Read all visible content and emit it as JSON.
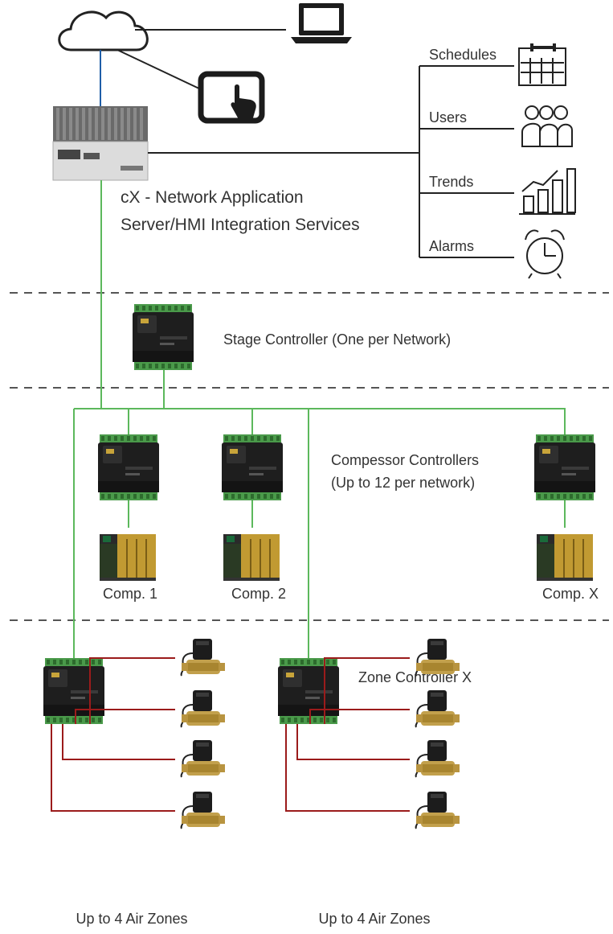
{
  "server": {
    "title_line1": "cX - Network Application",
    "title_line2": "Server/HMI Integration Services"
  },
  "services": [
    {
      "label": "Schedules",
      "icon": "calendar-icon"
    },
    {
      "label": "Users",
      "icon": "users-icon"
    },
    {
      "label": "Trends",
      "icon": "trend-chart-icon"
    },
    {
      "label": "Alarms",
      "icon": "alarm-clock-icon"
    }
  ],
  "stage": {
    "label": "Stage Controller (One per Network)"
  },
  "compressors": {
    "label_line1": "Compessor Controllers",
    "label_line2": "(Up to 12 per network)",
    "units": [
      "Comp. 1",
      "Comp. 2",
      "Comp. X"
    ]
  },
  "zones": {
    "controller_label": "Zone Controller X",
    "group_labels": [
      "Up to 4 Air Zones",
      "Up to 4 Air Zones"
    ]
  },
  "colors": {
    "network_line": "#5cb85c",
    "cloud_link": "#1f5ea8",
    "valve_wire": "#9b1b1b",
    "divider": "#555555",
    "compressor_body": "#b08a2a"
  }
}
